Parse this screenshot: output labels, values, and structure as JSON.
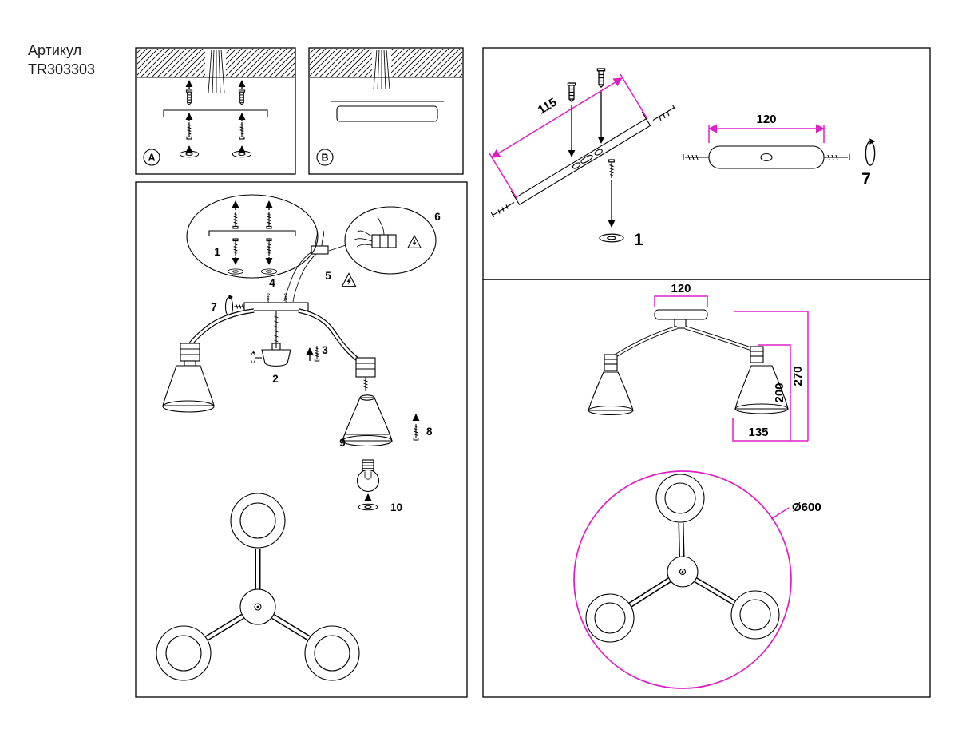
{
  "article": {
    "label": "Артикул",
    "number": "TR303303"
  },
  "panels": {
    "a": {
      "label": "A"
    },
    "b": {
      "label": "B"
    }
  },
  "assembly": {
    "part_labels": [
      "1",
      "2",
      "3",
      "4",
      "5",
      "6",
      "7",
      "8",
      "9",
      "10"
    ]
  },
  "bracket_panel": {
    "dim_length": "115",
    "dim_width": "120",
    "part_anchor": "1",
    "part_screw": "7"
  },
  "dimension_panel": {
    "dim_canopy": "120",
    "dim_total_height": "270",
    "dim_arm_height": "200",
    "dim_shade": "135",
    "dim_diameter": "Ø600"
  },
  "colors": {
    "accent": "#df1ec6",
    "line": "#000000"
  }
}
